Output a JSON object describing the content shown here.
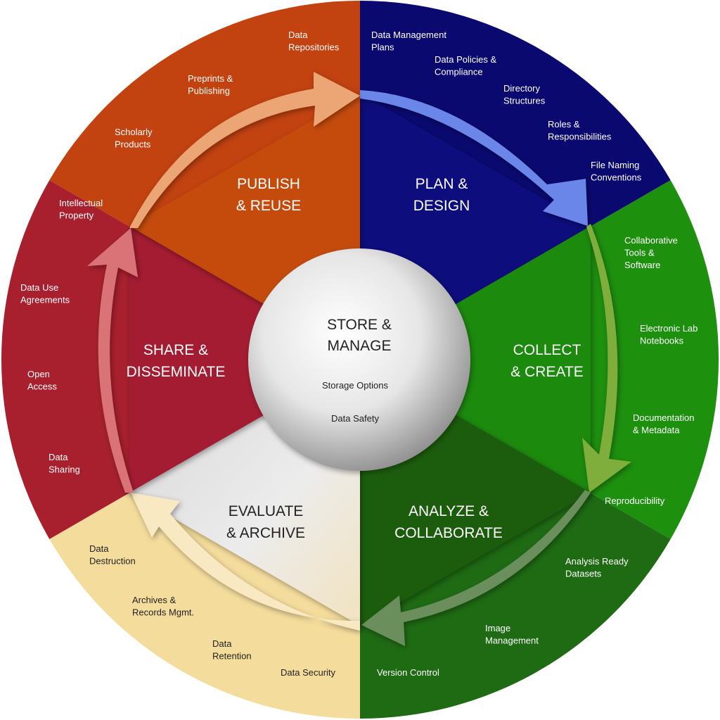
{
  "colors": {
    "plan": "#0c0b7d",
    "plan_outer": "#0a0970",
    "collect": "#1e8a10",
    "collect_outer": "#1d900e",
    "analyze": "#1b5d0f",
    "analyze_outer": "#1e6b13",
    "evaluate_inner": "#e4e4e4",
    "evaluate_outer": "#f4dc9c",
    "share": "#a41d33",
    "share_outer": "#a8202e",
    "publish": "#c54c0b",
    "publish_outer": "#c24210",
    "arrow_plan": "#6b86e8",
    "arrow_collect": "#7fae3c",
    "arrow_analyze": "#6a8e5c",
    "arrow_evaluate": "#f8e9c3",
    "arrow_share": "#d97378",
    "arrow_publish": "#eca574"
  },
  "center": {
    "title_line1": "STORE &",
    "title_line2": "MANAGE",
    "items": [
      "Storage Options",
      "Data Safety"
    ]
  },
  "stages": {
    "plan": {
      "line1": "PLAN &",
      "line2": "DESIGN"
    },
    "collect": {
      "line1": "COLLECT",
      "line2": "& CREATE"
    },
    "analyze": {
      "line1": "ANALYZE &",
      "line2": "COLLABORATE"
    },
    "evaluate": {
      "line1": "EVALUATE",
      "line2": "& ARCHIVE"
    },
    "share": {
      "line1": "SHARE &",
      "line2": "DISSEMINATE"
    },
    "publish": {
      "line1": "PUBLISH",
      "line2": "& REUSE"
    }
  },
  "topics": {
    "plan": [
      [
        "Data Management",
        "Plans"
      ],
      [
        "Data Policies &",
        "Compliance"
      ],
      [
        "Directory",
        "Structures"
      ],
      [
        "Roles &",
        "Responsibilities"
      ],
      [
        "File Naming",
        "Conventions"
      ]
    ],
    "collect": [
      [
        "Collaborative",
        "Tools &",
        "Software"
      ],
      [
        "Electronic Lab",
        "Notebooks"
      ],
      [
        "Documentation",
        "& Metadata"
      ],
      [
        "Reproducibility"
      ]
    ],
    "analyze": [
      [
        "Analysis Ready",
        "Datasets"
      ],
      [
        "Image",
        "Management"
      ],
      [
        "Version Control"
      ]
    ],
    "evaluate": [
      [
        "Data Security"
      ],
      [
        "Data",
        "Retention"
      ],
      [
        "Archives &",
        "Records Mgmt."
      ],
      [
        "Data",
        "Destruction"
      ]
    ],
    "share": [
      [
        "Data",
        "Sharing"
      ],
      [
        "Open",
        "Access"
      ],
      [
        "Data Use",
        "Agreements"
      ]
    ],
    "publish": [
      [
        "Intellectual",
        "Property"
      ],
      [
        "Scholarly",
        "Products"
      ],
      [
        "Preprints &",
        "Publishing"
      ],
      [
        "Data",
        "Repositories"
      ]
    ]
  }
}
